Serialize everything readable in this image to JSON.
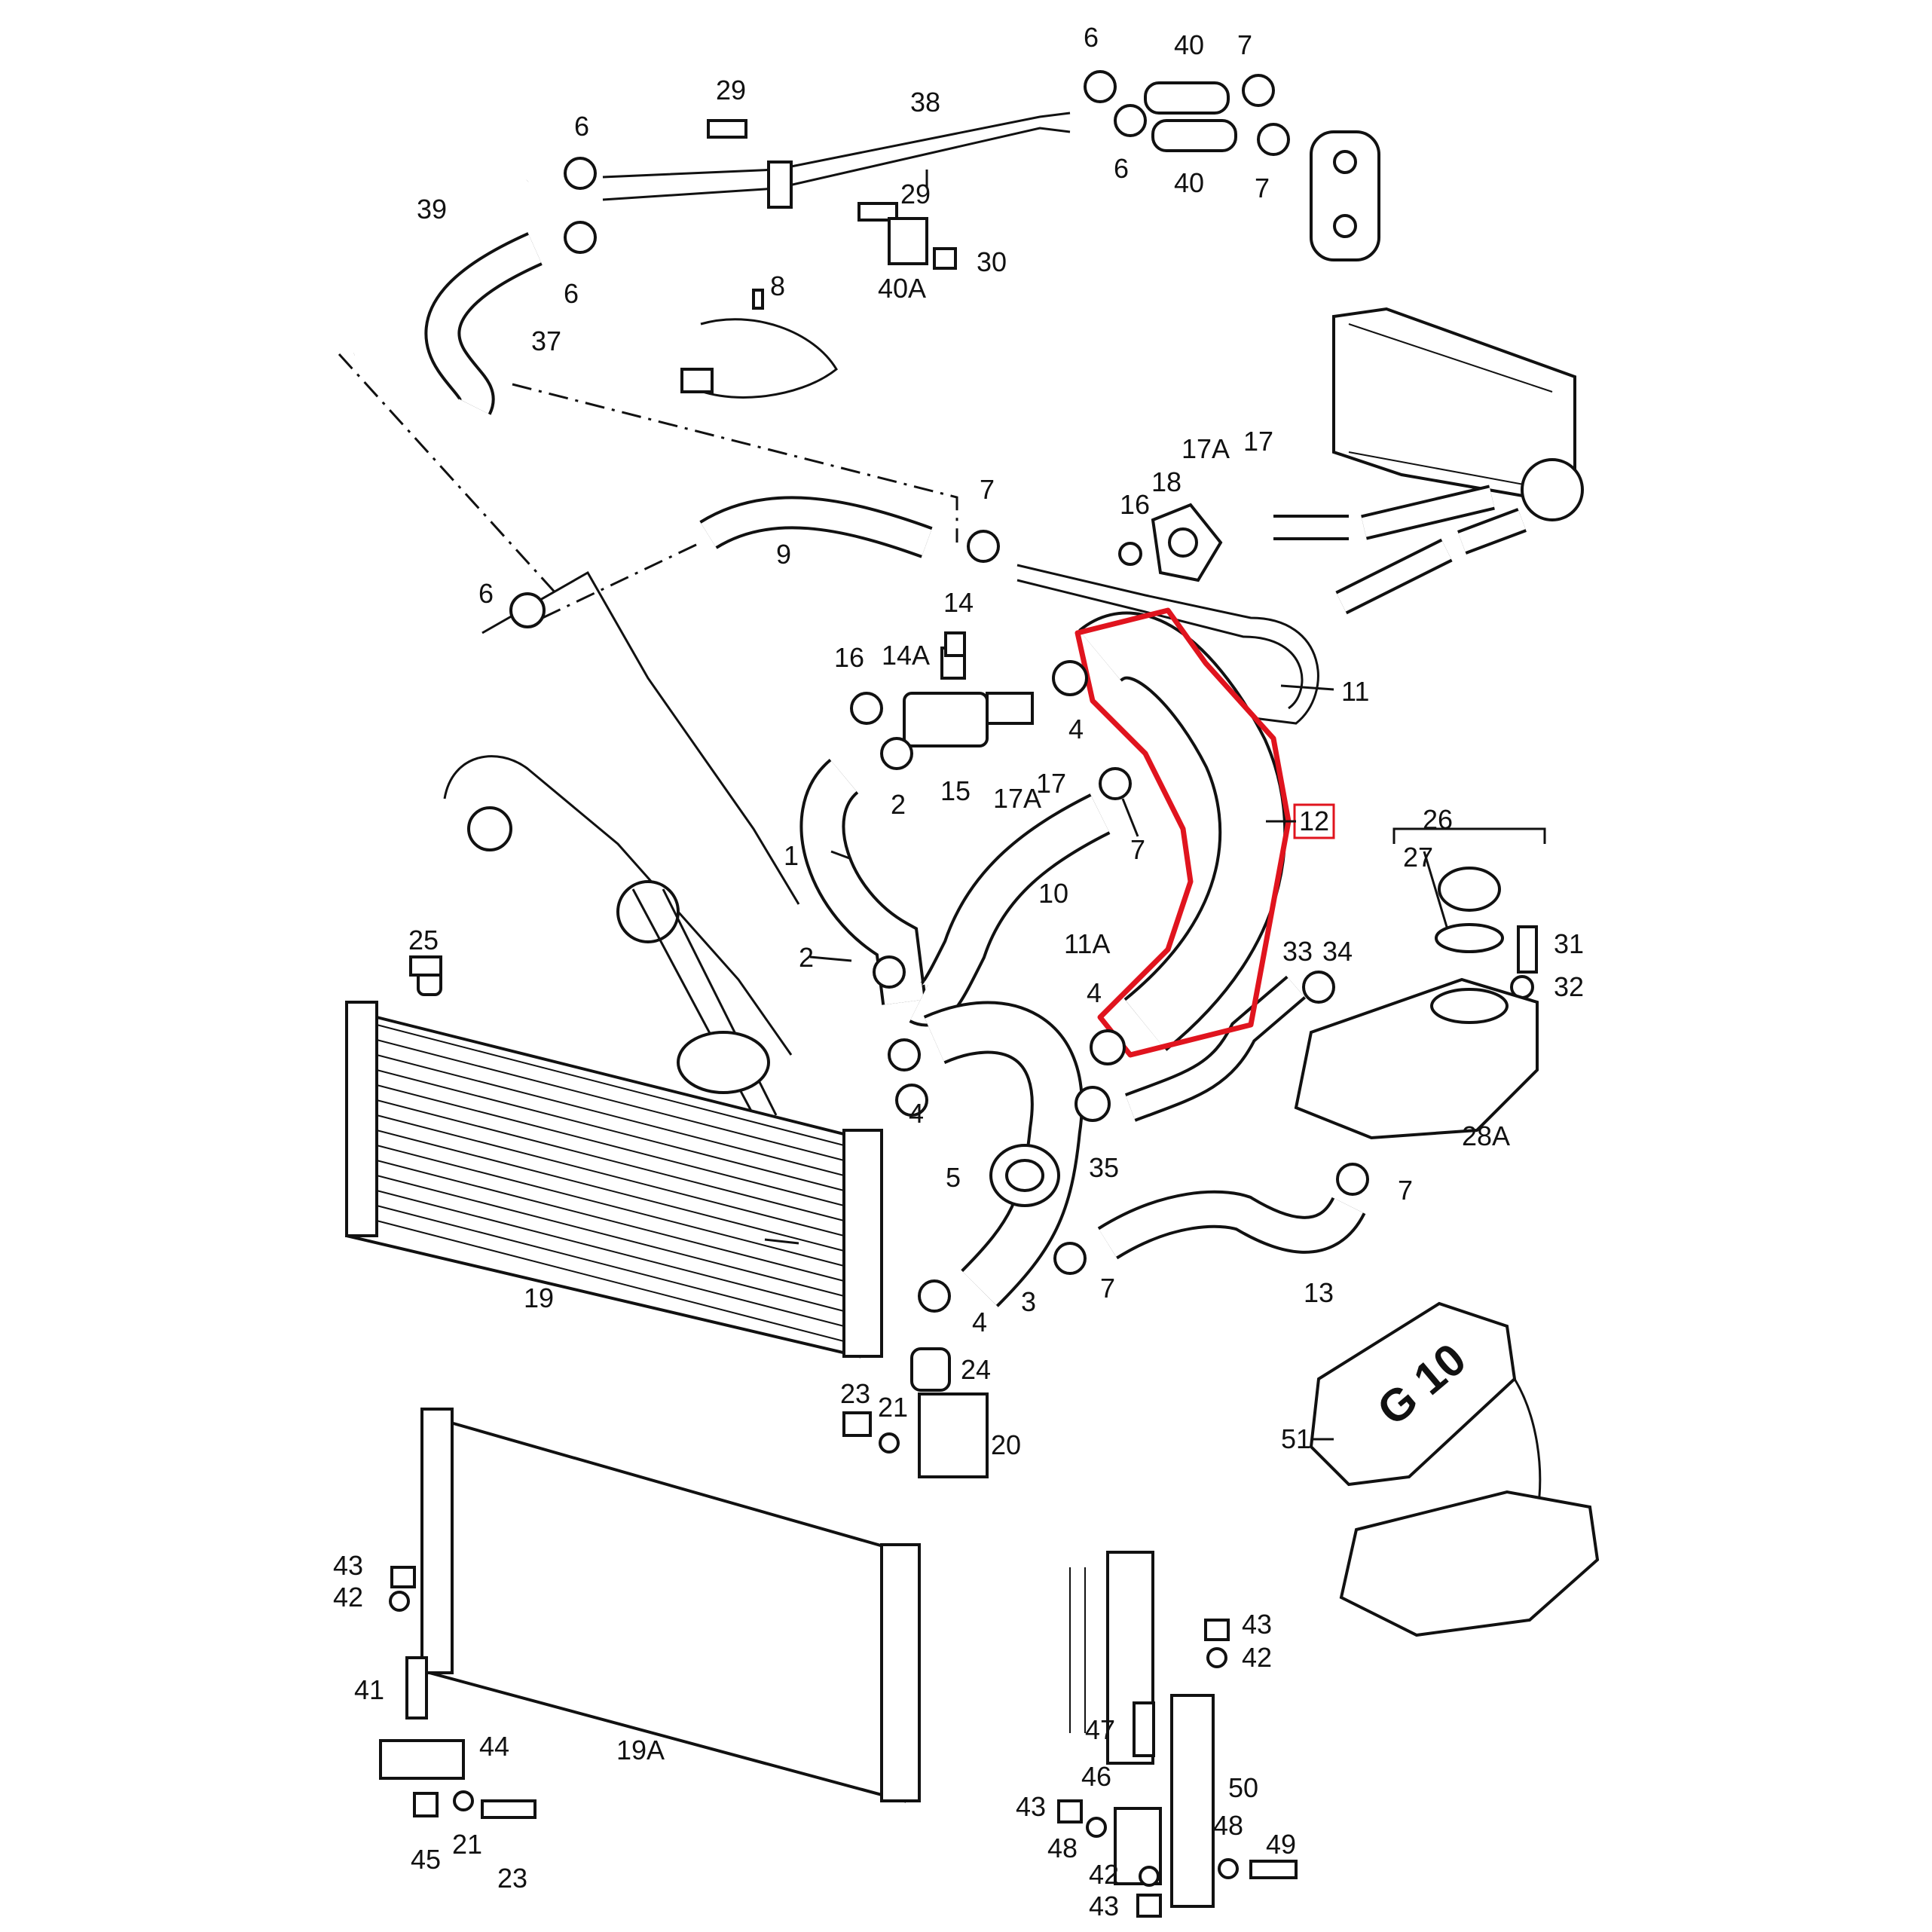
{
  "diagram": {
    "highlight_color": "#e0141e",
    "highlighted_part": "12",
    "labels": {
      "l1": "1",
      "l2a": "2",
      "l2b": "2",
      "l3": "3",
      "l4a": "4",
      "l4b": "4",
      "l4c": "4",
      "l4d": "4",
      "l5": "5",
      "l6a": "6",
      "l6b": "6",
      "l6c": "6",
      "l6d": "6",
      "l6e": "6",
      "l7a": "7",
      "l7b": "7",
      "l7c": "7",
      "l7d": "7",
      "l7e": "7",
      "l7f": "7",
      "l8": "8",
      "l9": "9",
      "l10": "10",
      "l11": "11",
      "l11a": "11A",
      "l12": "12",
      "l13": "13",
      "l14": "14",
      "l14a": "14A",
      "l15": "15",
      "l16a": "16",
      "l16b": "16",
      "l17a": "17",
      "l17b": "17",
      "l17aa": "17A",
      "l17ab": "17A",
      "l18": "18",
      "l19": "19",
      "l19a": "19A",
      "l20": "20",
      "l21a": "21",
      "l21b": "21",
      "l23a": "23",
      "l23b": "23",
      "l24": "24",
      "l25": "25",
      "l26": "26",
      "l27": "27",
      "l28a": "28A",
      "l29a": "29",
      "l29b": "29",
      "l30": "30",
      "l31": "31",
      "l32": "32",
      "l33": "33",
      "l34": "34",
      "l35": "35",
      "l37": "37",
      "l38": "38",
      "l39": "39",
      "l40a": "40",
      "l40b": "40",
      "l40c": "40A",
      "l41": "41",
      "l42a": "42",
      "l42b": "42",
      "l42c": "42",
      "l43a": "43",
      "l43b": "43",
      "l43c": "43",
      "l43d": "43",
      "l44": "44",
      "l45": "45",
      "l46": "46",
      "l47": "47",
      "l48a": "48",
      "l48b": "48",
      "l49": "49",
      "l50": "50",
      "l51": "51",
      "can_marking": "G 10"
    }
  }
}
